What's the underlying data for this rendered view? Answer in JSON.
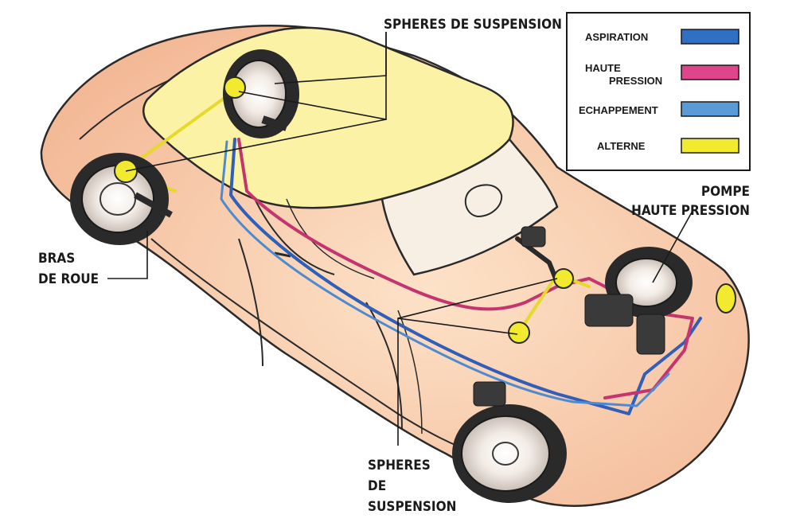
{
  "labels": {
    "spheres_top": "SPHERES DE SUSPENSION",
    "pompe_line1": "POMPE",
    "pompe_line2": "HAUTE PRESSION",
    "bras_line1": "BRAS",
    "bras_line2": "DE ROUE",
    "spheres_bottom_line1": "SPHERES",
    "spheres_bottom_line2": "DE",
    "spheres_bottom_line3": "SUSPENSION"
  },
  "legend": {
    "items": [
      {
        "label": "ASPIRATION",
        "color": "#2f6fc4"
      },
      {
        "label_line1": "HAUTE",
        "label_line2": "PRESSION",
        "color": "#e0448a"
      },
      {
        "label": "ECHAPPEMENT",
        "color": "#5a9ad6"
      },
      {
        "label": "ALTERNE",
        "color": "#f2ea2e"
      }
    ]
  },
  "colors": {
    "body": "#f6c9a6",
    "roof": "#fbf2a6",
    "outline": "#2a2a2a"
  }
}
